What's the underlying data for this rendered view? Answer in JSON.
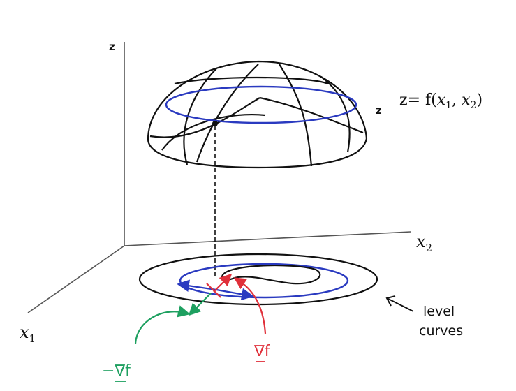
{
  "labels": {
    "z_axis": "z",
    "z_stray": "z",
    "surface_eq_prefix": "z= f(",
    "x1_var": "x",
    "x1_sub": "1",
    "comma": ", ",
    "x2_var": "x",
    "x2_sub": "2",
    "surface_eq_suffix": ")",
    "x2_axis_var": "x",
    "x2_axis_sub": "2",
    "x1_axis_var": "x",
    "x1_axis_sub": "1",
    "level_curves_line1": "level",
    "level_curves_line2": "curves",
    "grad_f": "∇f",
    "neg_grad_f": "−∇f"
  },
  "colors": {
    "ink": "#111111",
    "contour": "#2a3ac0",
    "gradient": "#e0303a",
    "neg_gradient": "#1ea060"
  }
}
